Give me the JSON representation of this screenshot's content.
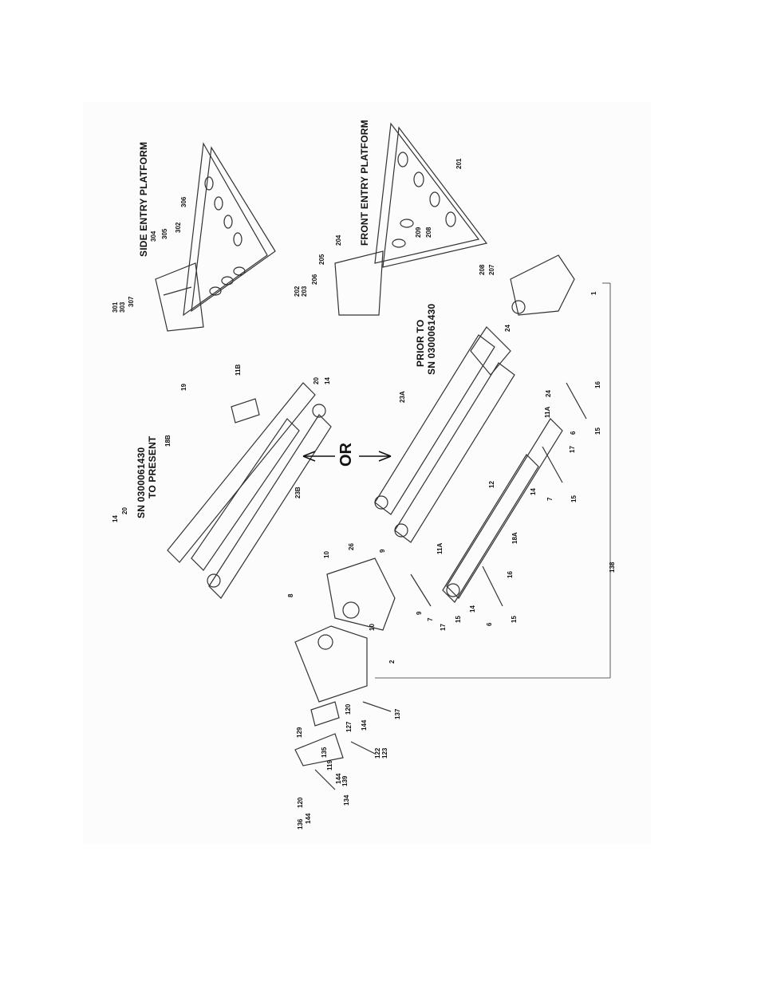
{
  "headings": {
    "side_entry": "SIDE ENTRY PLATFORM",
    "front_entry": "FRONT ENTRY PLATFORM",
    "prior_line1": "PRIOR TO",
    "prior_line2": "SN 0300061430",
    "present_line1": "SN 0300061430",
    "present_line2": "TO PRESENT",
    "or": "OR"
  },
  "callouts": {
    "c301": "301",
    "c303": "303",
    "c307": "307",
    "c304": "304",
    "c305": "305",
    "c302": "302",
    "c306": "306",
    "c202": "202",
    "c203": "203",
    "c206": "206",
    "c205": "205",
    "c204": "204",
    "c209": "209",
    "c208a": "208",
    "c208b": "208",
    "c207": "207",
    "c201": "201",
    "c1": "1",
    "c24a": "24",
    "c24b": "24",
    "c16a": "16",
    "c16b": "16",
    "c6a": "6",
    "c6b": "6",
    "c15a": "15",
    "c15b": "15",
    "c15c": "15",
    "c15d": "15",
    "c17a": "17",
    "c17b": "17",
    "c11a1": "11A",
    "c11a2": "11A",
    "c11b": "11B",
    "c12": "12",
    "c14a": "14",
    "c14b": "14",
    "c14c": "14",
    "c14d": "14",
    "c7a": "7",
    "c7b": "7",
    "c18a": "18A",
    "c18b": "18B",
    "c23a": "23A",
    "c23b": "23B",
    "c19": "19",
    "c20a": "20",
    "c20b": "20",
    "c26": "26",
    "c9a": "9",
    "c9b": "9",
    "c10a": "10",
    "c10b": "10",
    "c8": "8",
    "c2": "2",
    "c138": "138",
    "c120a": "120",
    "c120b": "120",
    "c127": "127",
    "c144a": "144",
    "c144b": "144",
    "c144c": "144",
    "c137": "137",
    "c129": "129",
    "c135": "135",
    "c119": "119",
    "c122": "122",
    "c123": "123",
    "c139": "139",
    "c134": "134",
    "c136": "136"
  }
}
